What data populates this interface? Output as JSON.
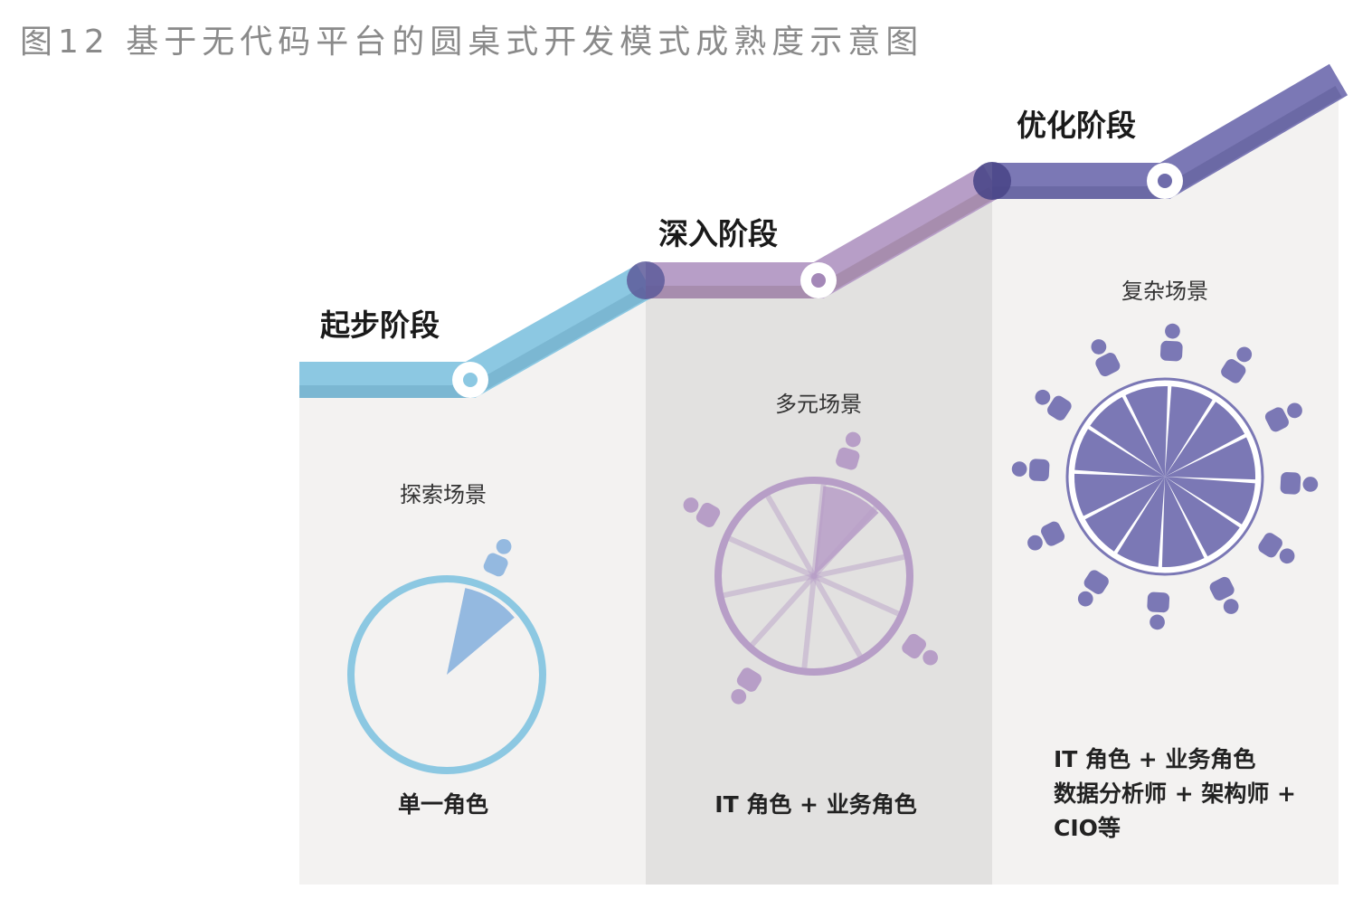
{
  "figure": {
    "title": "图12 基于无代码平台的圆桌式开发模式成熟度示意图"
  },
  "stages": [
    {
      "title": "起步阶段",
      "scene": "探索场景",
      "roles": [
        "单一角色"
      ],
      "color": "#8cc8e2",
      "panel_color": "#f3f2f1"
    },
    {
      "title": "深入阶段",
      "scene": "多元场景",
      "roles": [
        "IT 角色 + 业务角色"
      ],
      "color": "#b79ec7",
      "panel_color": "#e2e1e0"
    },
    {
      "title": "优化阶段",
      "scene": "复杂场景",
      "roles": [
        "IT 角色 + 业务角色",
        "数据分析师 + 架构师 +",
        "CIO等"
      ],
      "color": "#7b78b5",
      "panel_color": "#f3f2f1"
    }
  ],
  "round_tables": [
    {
      "stage": "起步阶段",
      "participants": 1,
      "filled_seats": 1,
      "total_segments": 10
    },
    {
      "stage": "深入阶段",
      "participants": 4,
      "filled_seats": 1,
      "total_segments": 10
    },
    {
      "stage": "优化阶段",
      "participants": 12,
      "filled_seats": 12,
      "total_segments": 12
    }
  ]
}
